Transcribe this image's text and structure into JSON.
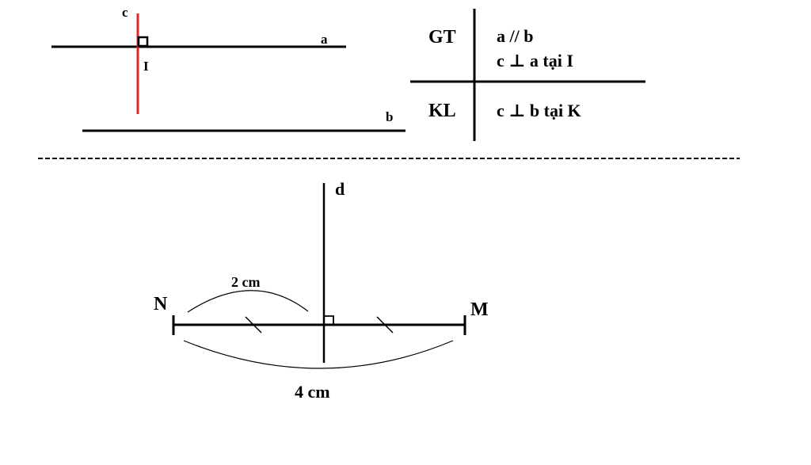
{
  "top_figure": {
    "line_a": "a",
    "line_b": "b",
    "line_c": "c",
    "point_i": "I",
    "line_c_color": "#e0262a"
  },
  "hypothesis_table": {
    "gt_label": "GT",
    "gt_line1": "a // b",
    "gt_line2": "c ⊥ a tại I",
    "kl_label": "KL",
    "kl_line1": "c ⊥ b tại K"
  },
  "bottom_figure": {
    "line_d": "d",
    "point_n": "N",
    "point_m": "M",
    "half_length": "2 cm",
    "full_length": "4 cm"
  }
}
